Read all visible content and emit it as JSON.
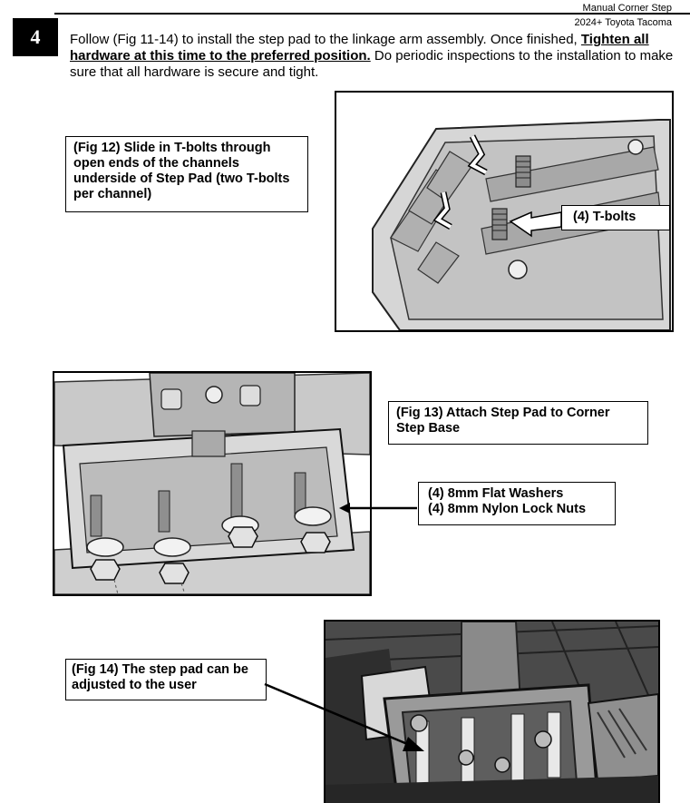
{
  "header": {
    "line1": "Manual Corner Step",
    "line2": "2024+ Toyota Tacoma"
  },
  "step": {
    "number": "4",
    "text_before": "Follow (Fig 11-14) to install the step pad to the linkage arm assembly. Once finished, ",
    "text_emphasis": "Tighten all hardware at this time to the preferred position.",
    "text_after": " Do periodic inspections to the installation to make sure that all hardware is secure and tight."
  },
  "fig12": {
    "caption": "(Fig 12) Slide in T-bolts through open ends of the channels underside of Step Pad (two T-bolts per channel)",
    "label": "(4) T-bolts"
  },
  "fig13": {
    "caption": "(Fig 13) Attach Step Pad to Corner Step Base",
    "label_line1": "(4) 8mm Flat Washers",
    "label_line2": "(4) 8mm Nylon Lock Nuts"
  },
  "fig14": {
    "caption": "(Fig 14) The step pad can be adjusted to the user"
  },
  "colors": {
    "ink": "#000000",
    "render_gray": "#bdbdbd",
    "photo_dark": "#3a3a3a"
  }
}
